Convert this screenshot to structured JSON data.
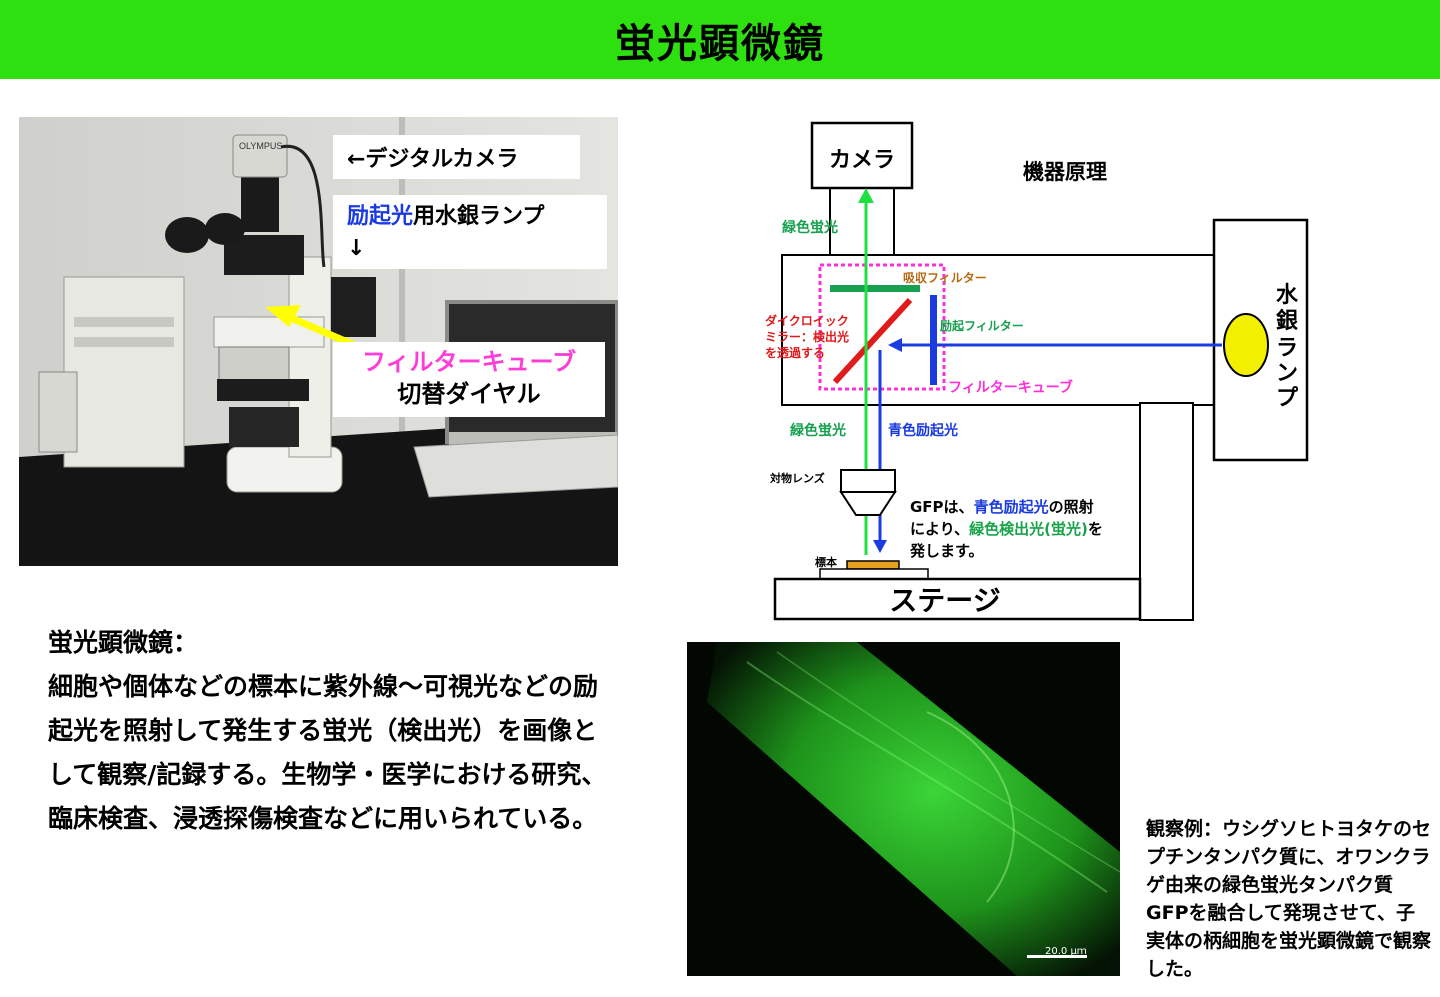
{
  "header": {
    "title": "蛍光顕微鏡"
  },
  "photo": {
    "camera_label": "←デジタルカメラ",
    "lamp_label_accent": "励起光",
    "lamp_label_rest": "用水銀ランプ",
    "lamp_label_arrow": "↓",
    "filter_label_line1": "フィルターキューブ",
    "filter_label_line2": "切替ダイヤル",
    "brand": "OLYMPUS"
  },
  "diagram": {
    "title": "機器原理",
    "camera": "カメラ",
    "lamp": [
      "水",
      "銀",
      "ラ",
      "ン",
      "プ"
    ],
    "green_top": "緑色蛍光",
    "absorb_filter": "吸収フィルター",
    "dichroic_lines": [
      "ダイクロイック",
      "ミラー：検出光",
      "を透過する"
    ],
    "excite_filter": "励起フィルター",
    "filter_cube": "フィルターキューブ",
    "green_bottom": "緑色蛍光",
    "blue_excite": "青色励起光",
    "objective": "対物レンズ",
    "gfp_parts": [
      "GFPは、",
      "青色励起光",
      "の照射",
      "により、",
      "緑色検出光(蛍光)",
      "を",
      "発します。"
    ],
    "specimen": "標本",
    "stage": "ステージ"
  },
  "description": {
    "heading": "蛍光顕微鏡：",
    "body": "細胞や個体などの標本に紫外線～可視光などの励起光を照射して発生する蛍光（検出光）を画像として観察/記録する。生物学・医学における研究、臨床検査、浸透探傷検査などに用いられている。"
  },
  "micrograph": {
    "scale_label": "20.0 μｍ"
  },
  "caption": {
    "text": "観察例：ウシグソヒトヨタケのセプチンタンパク質に、オワンクラゲ由来の緑色蛍光タンパク質GFPを融合して発現させて、子実体の柄細胞を蛍光顕微鏡で観察した。"
  },
  "colors": {
    "banner": "#2fe011",
    "green_light": "#1fe040",
    "blue_light": "#1a3be0",
    "dichroic": "#e01b1b",
    "cube_outline": "#ff2fd8",
    "absorb_text": "#b86a12",
    "lamp_bulb": "#f2f000",
    "specimen": "#e8a020"
  }
}
